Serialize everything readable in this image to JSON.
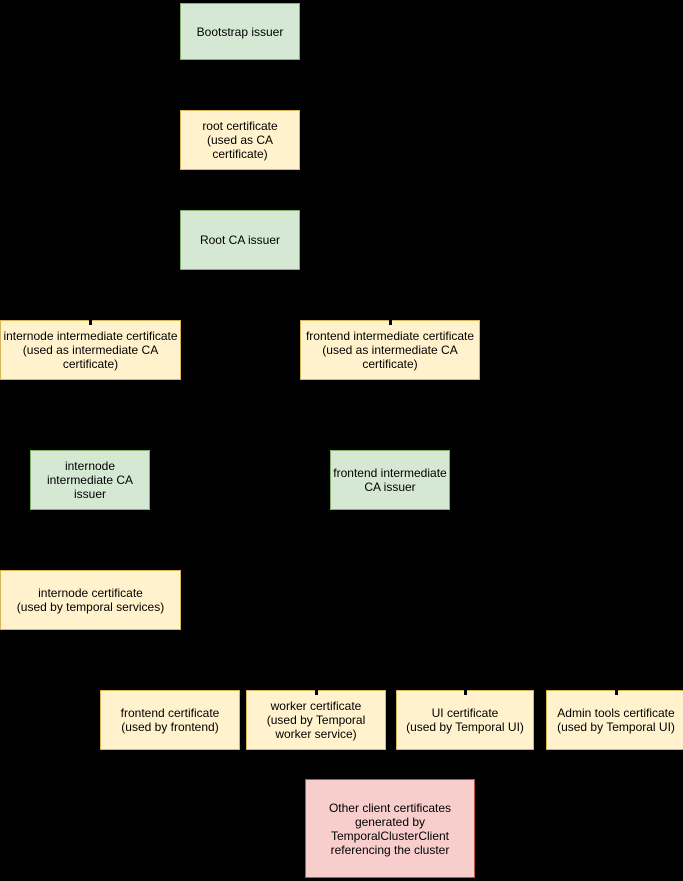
{
  "diagram": {
    "background_color": "#000000",
    "palette": {
      "issuer_fill": "#d5e8d4",
      "issuer_stroke": "#82b366",
      "certificate_fill": "#fff2cc",
      "certificate_stroke": "#d6b656",
      "client_fill": "#f8cecc",
      "client_stroke": "#b85450",
      "text_color": "#000000",
      "connector_color": "#000000"
    },
    "nodes": {
      "bootstrap_issuer": {
        "type": "issuer",
        "label": "Bootstrap issuer"
      },
      "root_certificate": {
        "type": "certificate",
        "label": "root certificate\n(used as CA\ncertificate)"
      },
      "root_ca_issuer": {
        "type": "issuer",
        "label": "Root CA issuer"
      },
      "internode_intermediate_certificate": {
        "type": "certificate",
        "label": "internode intermediate certificate\n(used as intermediate CA\ncertificate)"
      },
      "frontend_intermediate_certificate": {
        "type": "certificate",
        "label": "frontend intermediate certificate\n(used as intermediate CA\ncertificate)"
      },
      "internode_intermediate_ca_issuer": {
        "type": "issuer",
        "label": "internode\nintermediate CA\nissuer"
      },
      "frontend_intermediate_ca_issuer": {
        "type": "issuer",
        "label": "frontend intermediate\nCA issuer"
      },
      "internode_certificate": {
        "type": "certificate",
        "label": "internode certificate\n(used by temporal services)"
      },
      "frontend_certificate": {
        "type": "certificate",
        "label": "frontend certificate\n(used by frontend)"
      },
      "worker_certificate": {
        "type": "certificate",
        "label": "worker certificate\n(used by Temporal\nworker service)"
      },
      "ui_certificate": {
        "type": "certificate",
        "label": "UI certificate\n(used by Temporal UI)"
      },
      "admin_tools_certificate": {
        "type": "certificate",
        "label": "Admin tools certificate\n(used by Temporal UI)"
      },
      "other_client_certificates": {
        "type": "client",
        "label": "Other client certificates\ngenerated by\nTemporalClusterClient\nreferencing the cluster"
      }
    }
  }
}
